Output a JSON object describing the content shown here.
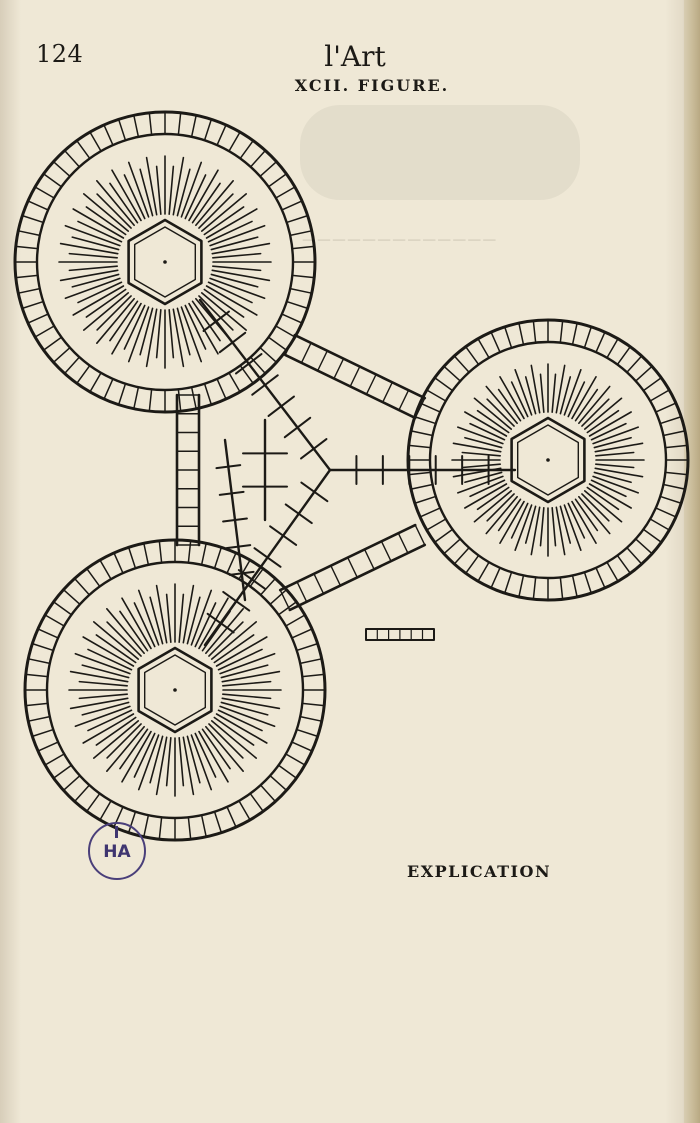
{
  "page": {
    "number": "124",
    "running_head": "l'Art",
    "figure_label": "XCII. FIGURE.",
    "section_title": "EXPLICATION"
  },
  "stamp": {
    "text": "HA",
    "color": "#3f3570"
  },
  "colors": {
    "paper": "#efe8d6",
    "ink": "#1c1a16"
  }
}
